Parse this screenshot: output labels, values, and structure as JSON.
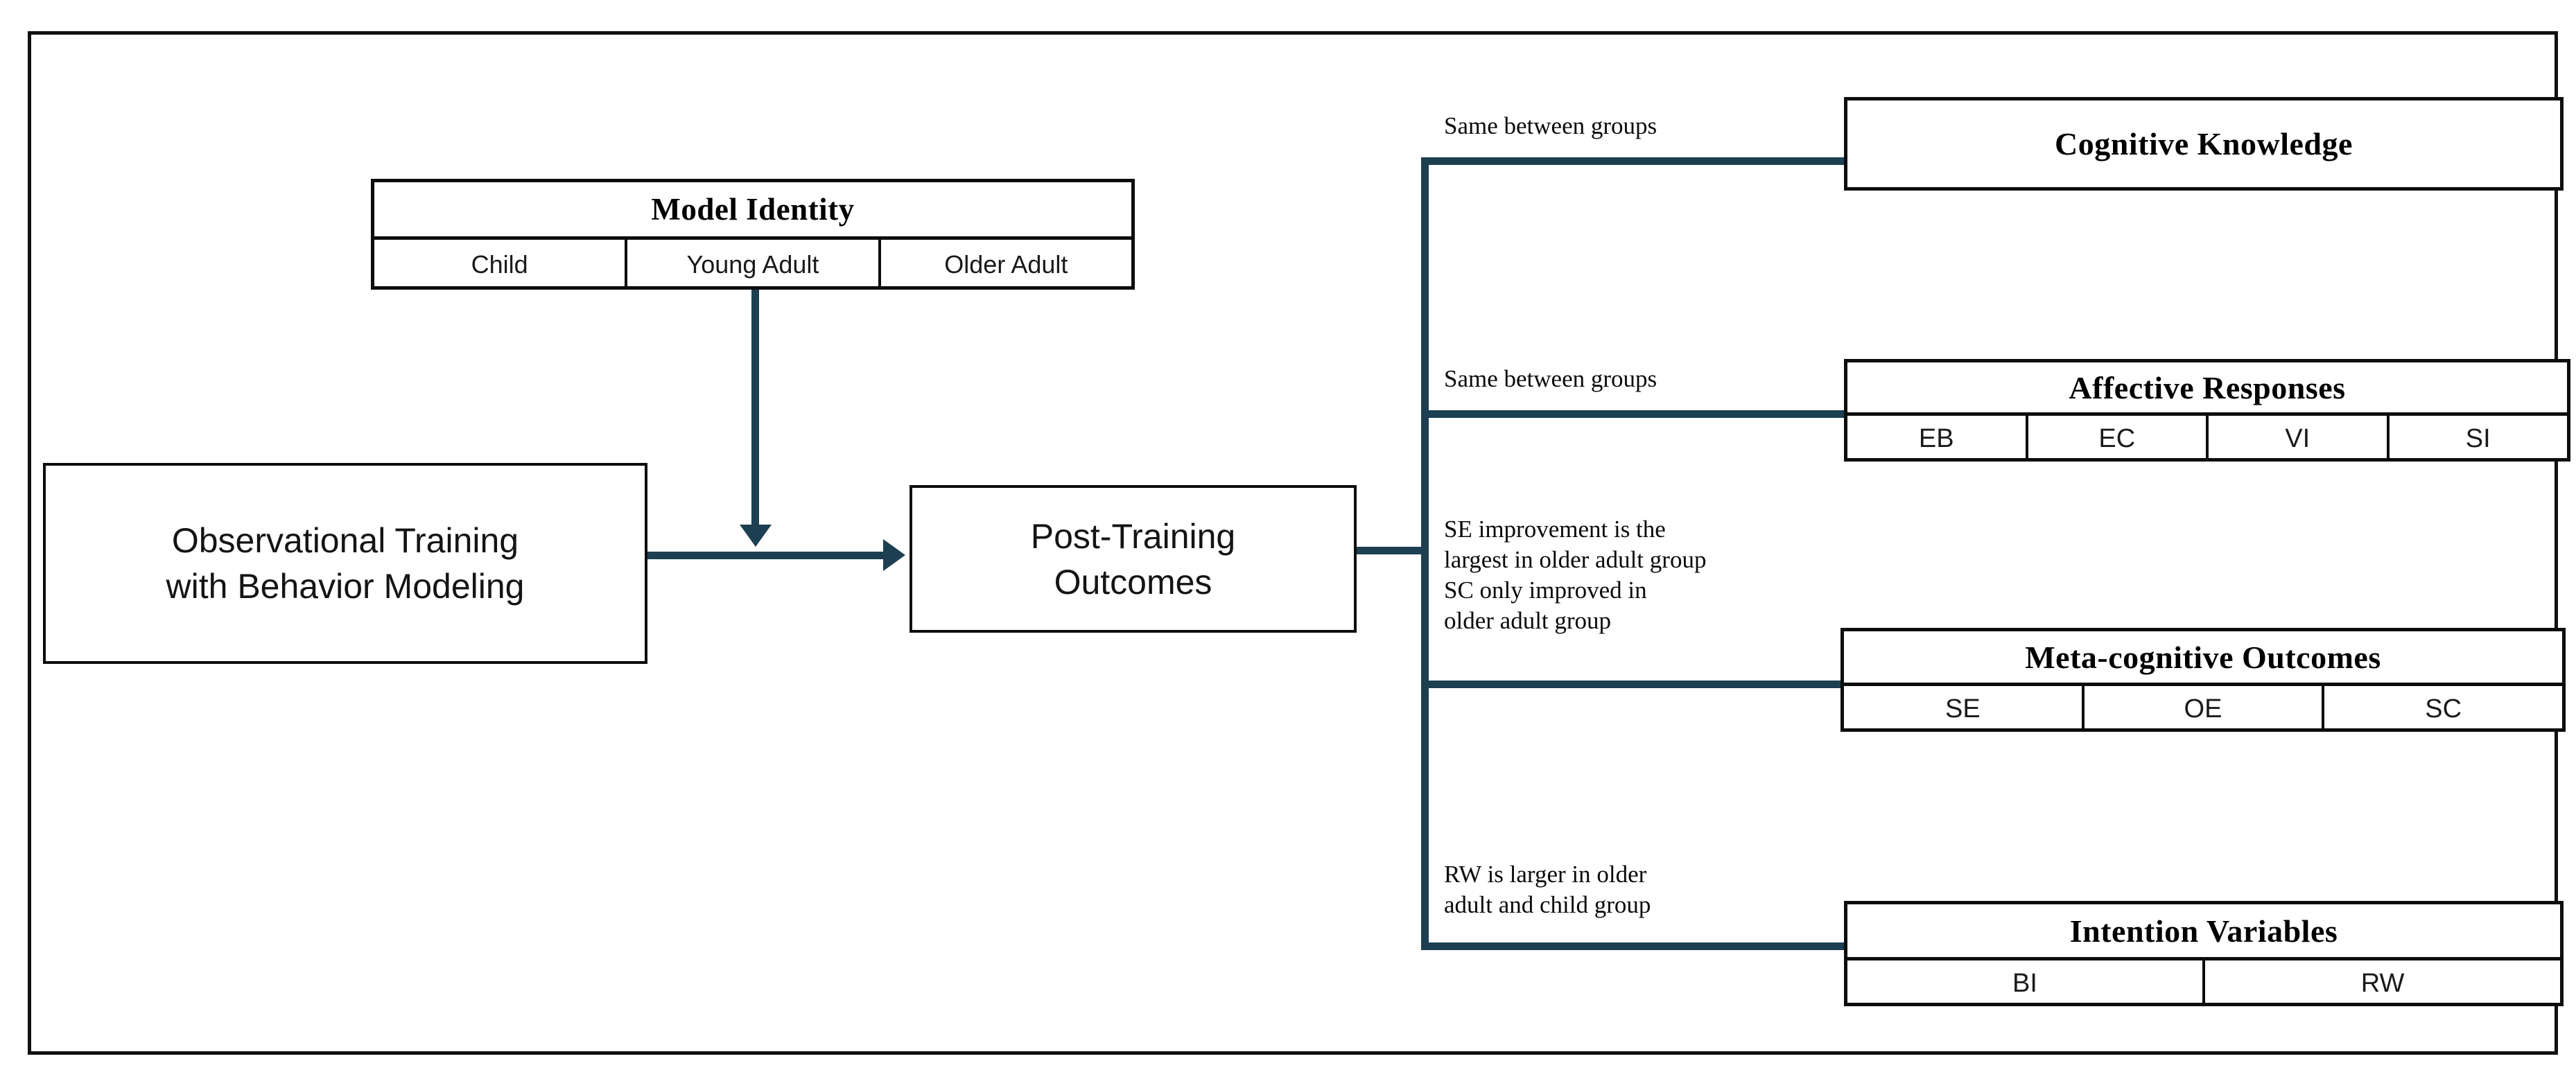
{
  "diagram": {
    "title": "Observational Training with Behavior Modeling outcomes framework",
    "accent_color": "#1d3f52",
    "border_color": "#0d0d0d"
  },
  "model_identity": {
    "header": "Model Identity",
    "cells": [
      "Child",
      "Young Adult",
      "Older Adult"
    ]
  },
  "flow": {
    "training": "Observational Training\nwith Behavior Modeling",
    "outcomes": "Post-Training\nOutcomes"
  },
  "edge_labels": {
    "cognitive": "Same between groups",
    "affective": "Same between groups",
    "meta_cognitive": "SE improvement is the\nlargest in older adult group\nSC only improved in\nolder adult group",
    "intention": "RW is larger in older\nadult and child group"
  },
  "outcomes": [
    {
      "key": "cognitive_knowledge",
      "header": "Cognitive Knowledge",
      "cells": []
    },
    {
      "key": "affective_responses",
      "header": "Affective Responses",
      "cells": [
        "EB",
        "EC",
        "VI",
        "SI"
      ]
    },
    {
      "key": "meta_cognitive_outcomes",
      "header": "Meta-cognitive Outcomes",
      "cells": [
        "SE",
        "OE",
        "SC"
      ]
    },
    {
      "key": "intention_variables",
      "header": "Intention Variables",
      "cells": [
        "BI",
        "RW"
      ]
    }
  ]
}
